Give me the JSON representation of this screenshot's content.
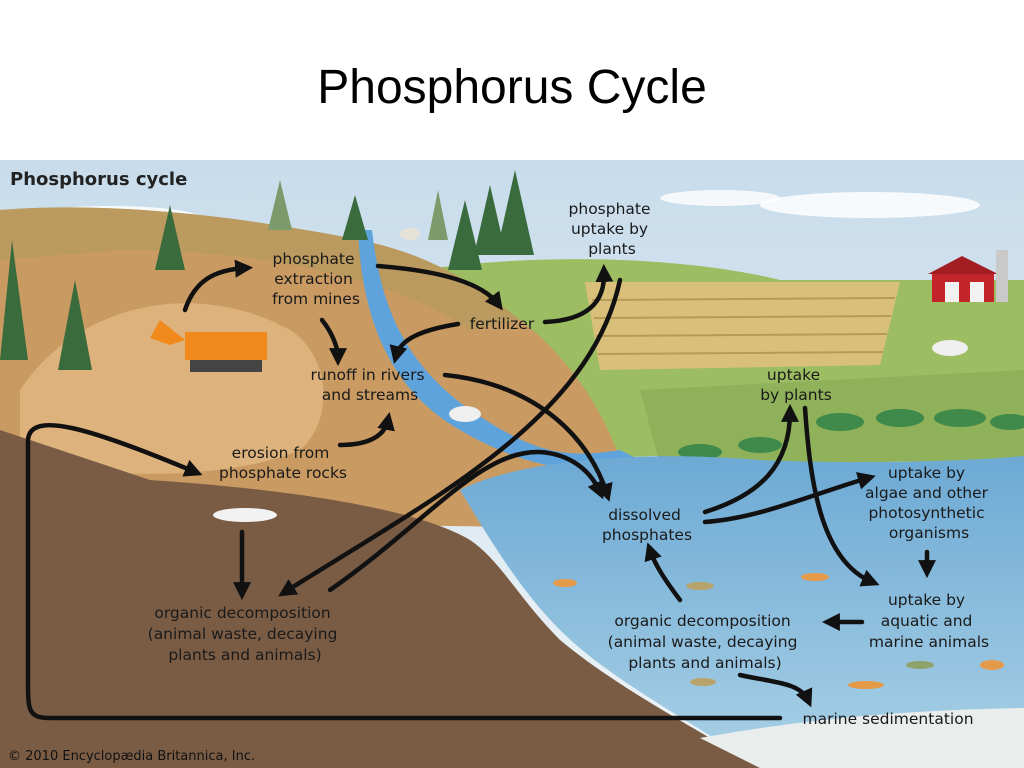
{
  "slide": {
    "title": "Phosphorus Cycle"
  },
  "diagram": {
    "title": "Phosphorus cycle",
    "copyright": "© 2010 Encyclopædia Britannica, Inc.",
    "labels": {
      "extraction": [
        "phosphate",
        "extraction",
        "from mines"
      ],
      "uptake_plants_top": [
        "phosphate",
        "uptake by",
        "plants"
      ],
      "fertilizer": [
        "fertilizer"
      ],
      "runoff": [
        "runoff in rivers",
        "and streams"
      ],
      "uptake_plants_right": [
        "uptake",
        "by plants"
      ],
      "erosion": [
        "erosion from",
        "phosphate rocks"
      ],
      "dissolved": [
        "dissolved",
        "phosphates"
      ],
      "uptake_algae": [
        "uptake by",
        "algae and other",
        "photosynthetic",
        "organisms"
      ],
      "decomp_land": [
        "organic decomposition",
        "(animal waste, decaying",
        "plants and animals)"
      ],
      "decomp_water": [
        "organic decomposition",
        "(animal waste, decaying",
        "plants and animals)"
      ],
      "uptake_aquatic": [
        "uptake by",
        "aquatic and",
        "marine animals"
      ],
      "sedimentation": [
        "marine sedimentation"
      ]
    },
    "colors": {
      "sky": "#dbe8f2",
      "soil_upper": "#cc9d66",
      "soil_lower": "#7a5c45",
      "grass": "#8fb15a",
      "water_surface": "#6da9d4",
      "water_deep": "#9fcbe3",
      "river": "#5fa3dd",
      "sediment": "#e9eeec",
      "arrow": "#111111"
    }
  }
}
